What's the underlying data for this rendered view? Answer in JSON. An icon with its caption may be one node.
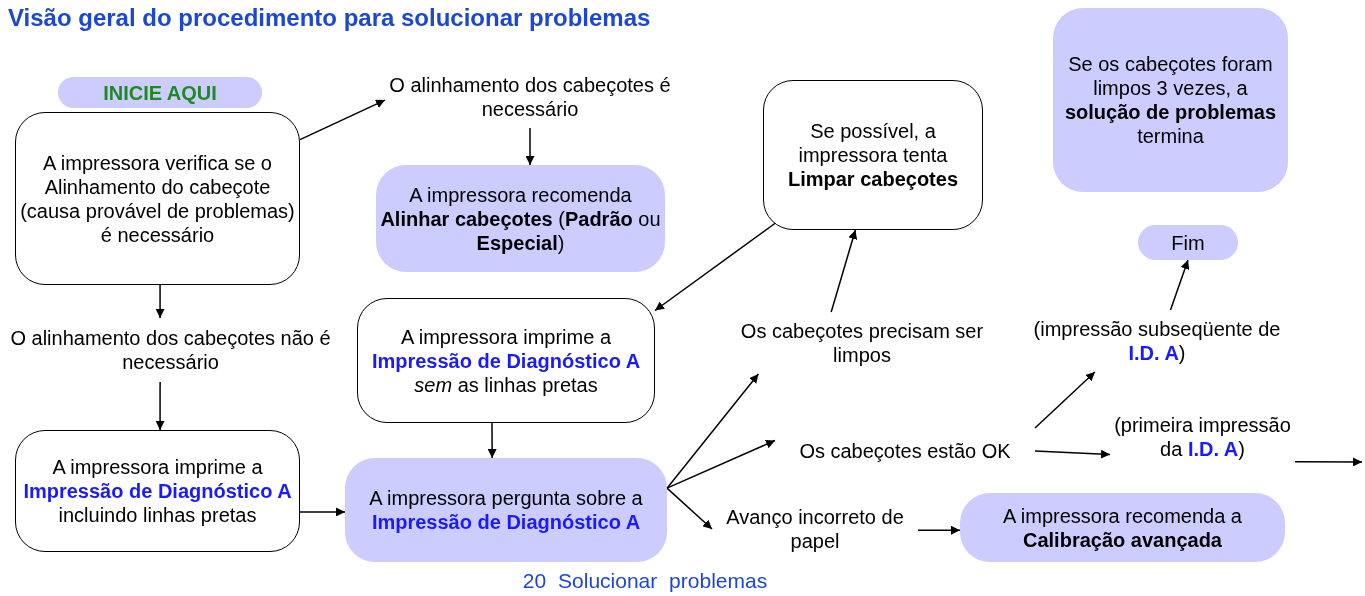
{
  "diagram": {
    "title": "Visão geral do procedimento para solucionar problemas",
    "nodes": [
      {
        "text": [
          "INICIE AQUI"
        ]
      },
      {
        "text": [
          "A impressora verifica se o Alinhamento do cabeçote (causa provável de problemas) é necessário"
        ]
      },
      {
        "text": [
          "O alinhamento dos cabeçotes é necessário"
        ]
      },
      {
        "text": [
          "A impressora recomenda **Alinhar cabeçotes** (**Padrão** ou **Especial**)"
        ]
      },
      {
        "text": [
          "Se possível, a impressora tenta **Limpar cabeçotes**"
        ]
      },
      {
        "text": [
          "Se os cabeçotes foram limpos 3 vezes, a **solução de problemas** termina"
        ]
      },
      {
        "text": [
          "Fim"
        ]
      },
      {
        "text": [
          "O alinhamento dos cabeçotes não é necessário"
        ]
      },
      {
        "text": [
          "A impressora imprime a **Impressão de Diagnóstico A** *sem* as linhas pretas"
        ]
      },
      {
        "text": [
          "Os cabeçotes precisam ser limpos"
        ]
      },
      {
        "text": [
          "(impressão subseqüente de **I.D. A**)"
        ]
      },
      {
        "text": [
          "(primeira impressão da **I.D. A**)"
        ]
      },
      {
        "text": [
          "A impressora imprime a **Impressão de Diagnóstico A** incluindo linhas pretas"
        ]
      },
      {
        "text": [
          "A impressora pergunta sobre a **Impressão de Diagnóstico A**"
        ]
      },
      {
        "text": [
          "Os cabeçotes estão OK"
        ]
      },
      {
        "text": [
          "Avanço incorreto de papel"
        ]
      },
      {
        "text": [
          "A impressora recomenda a **Calibração avançada**"
        ]
      }
    ],
    "edges": [
      {
        "from": 1,
        "to": 2,
        "arrow": "to"
      },
      {
        "from": 2,
        "to": 3,
        "arrow": "to"
      },
      {
        "from": 1,
        "to": 7,
        "arrow": "to"
      },
      {
        "from": 7,
        "to": 12,
        "arrow": "to"
      },
      {
        "from": 12,
        "to": 13,
        "arrow": "to"
      },
      {
        "from": 8,
        "to": 13,
        "arrow": "to"
      },
      {
        "from": 4,
        "to": 8,
        "arrow": "to"
      },
      {
        "from": 13,
        "to": 9,
        "arrow": "to"
      },
      {
        "from": 13,
        "to": 14,
        "arrow": "to"
      },
      {
        "from": 13,
        "to": 15,
        "arrow": "to"
      },
      {
        "from": 9,
        "to": 4,
        "arrow": "to"
      },
      {
        "from": 14,
        "to": 10,
        "arrow": "to"
      },
      {
        "from": 14,
        "to": 11,
        "arrow": "to"
      },
      {
        "from": 10,
        "to": 6,
        "arrow": "to"
      },
      {
        "from": 15,
        "to": 16,
        "arrow": "to"
      },
      {
        "from": 11,
        "to": null,
        "arrow": "to"
      }
    ],
    "labels": [
      "20 Solucionar problemas"
    ]
  }
}
